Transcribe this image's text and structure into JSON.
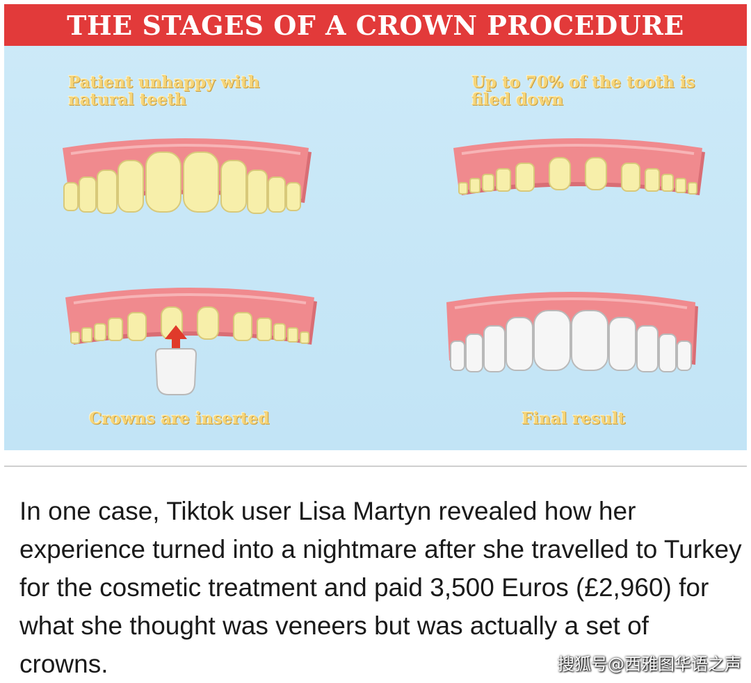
{
  "infographic": {
    "title": "THE STAGES OF A CROWN PROCEDURE",
    "stages": [
      {
        "label": "Patient unhappy with natural teeth",
        "icon": "natural-teeth-illustration"
      },
      {
        "label": "Up to 70% of the tooth is filed down",
        "icon": "filed-teeth-illustration"
      },
      {
        "label": "Crowns are inserted",
        "icon": "crown-insertion-illustration"
      },
      {
        "label": "Final result",
        "icon": "crowned-teeth-illustration"
      }
    ],
    "colors": {
      "title_bg": "#e23a3a",
      "panel_bg": "#c8e7f7",
      "gum": "#f08a8e",
      "natural_tooth": "#f7efaa",
      "crown": "#f4f4f4",
      "arrow": "#e03a2a",
      "label": "#f5d57a"
    }
  },
  "article": {
    "paragraph": "In one case, Tiktok user Lisa Martyn revealed how her experience turned into a nightmare after she travelled to Turkey for the cosmetic treatment and paid 3,500 Euros (£2,960) for what she thought was veneers but was actually a set of crowns."
  },
  "watermark": "搜狐号@西雅图华语之声"
}
